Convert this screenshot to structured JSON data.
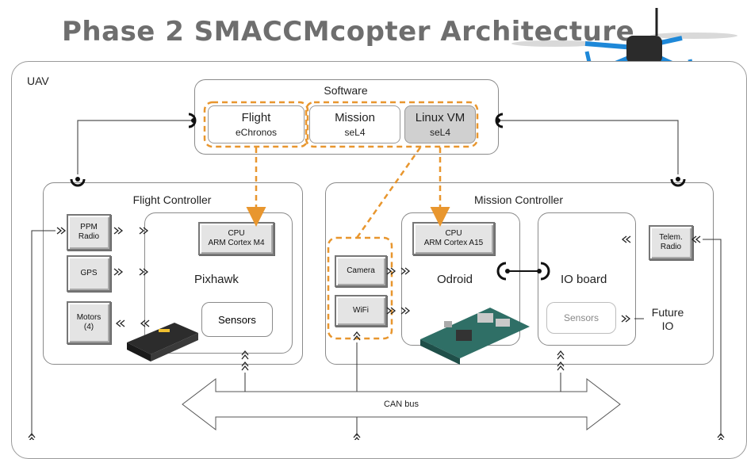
{
  "title": "Phase 2 SMACCMcopter Architecture",
  "uav_label": "UAV",
  "software": {
    "label": "Software",
    "flight": {
      "name": "Flight",
      "os": "eChronos"
    },
    "mission": {
      "name": "Mission",
      "os": "seL4"
    },
    "linux": {
      "name": "Linux VM",
      "os": "seL4"
    }
  },
  "flight_controller": {
    "label": "Flight Controller",
    "ppm_radio": [
      "PPM",
      "Radio"
    ],
    "gps": "GPS",
    "motors": [
      "Motors",
      "(4)"
    ],
    "cpu": [
      "CPU",
      "ARM Cortex M4"
    ],
    "board": "Pixhawk",
    "sensors": "Sensors"
  },
  "mission_controller": {
    "label": "Mission Controller",
    "camera": "Camera",
    "wifi": "WiFi",
    "cpu": [
      "CPU",
      "ARM Cortex A15"
    ],
    "board": "Odroid",
    "io_board": "IO board",
    "io_sensors": "Sensors",
    "telem_radio": [
      "Telem.",
      "Radio"
    ],
    "future_io": [
      "Future",
      "IO"
    ]
  },
  "can_bus": "CAN bus",
  "colors": {
    "accent_orange": "#E8962E",
    "border_gray": "#8a8a8a",
    "title_gray": "#6e6e6e"
  }
}
